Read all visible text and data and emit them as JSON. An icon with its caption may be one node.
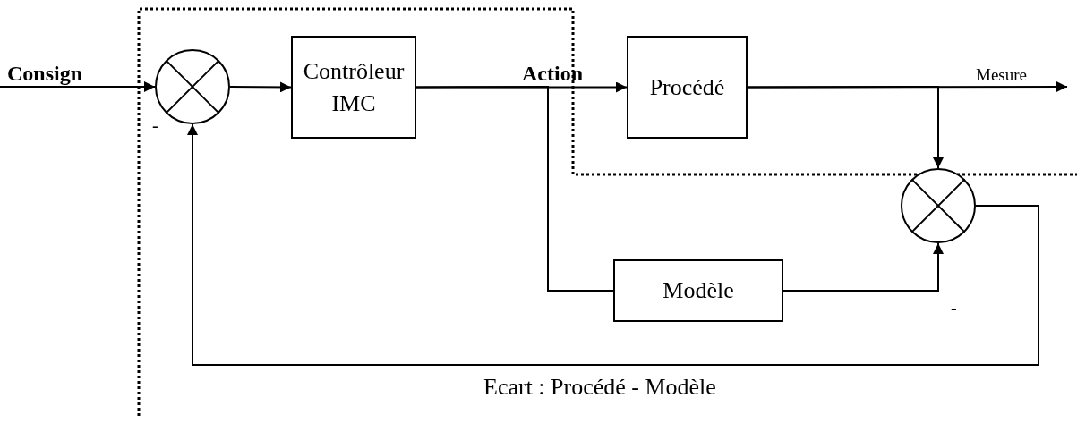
{
  "diagram": {
    "nodes": [
      {
        "text": [],
        "shape": "circle",
        "beside": [
          "-"
        ]
      },
      {
        "text": [
          "Contrôleur IMC"
        ]
      },
      {
        "text": [
          "Procédé"
        ]
      },
      {
        "text": [],
        "shape": "circle"
      },
      {
        "text": [
          "Modèle"
        ]
      }
    ],
    "edges": [
      {
        "from": null,
        "to": 0,
        "arrow": "to",
        "label": "Consign"
      },
      {
        "from": 0,
        "to": 1,
        "arrow": "to"
      },
      {
        "from": 1,
        "to": 2,
        "arrow": "to",
        "label": "Action"
      },
      {
        "from": 1,
        "to": 4,
        "arrow": "none"
      },
      {
        "from": 2,
        "to": null,
        "arrow": "to",
        "label": "Mesure"
      },
      {
        "from": 2,
        "to": 3,
        "arrow": "to"
      },
      {
        "from": 4,
        "to": 3,
        "arrow": "to",
        "label": "-"
      },
      {
        "from": 3,
        "to": 0,
        "arrow": "to",
        "label": "Ecart : Procédé - Modèle"
      }
    ]
  }
}
